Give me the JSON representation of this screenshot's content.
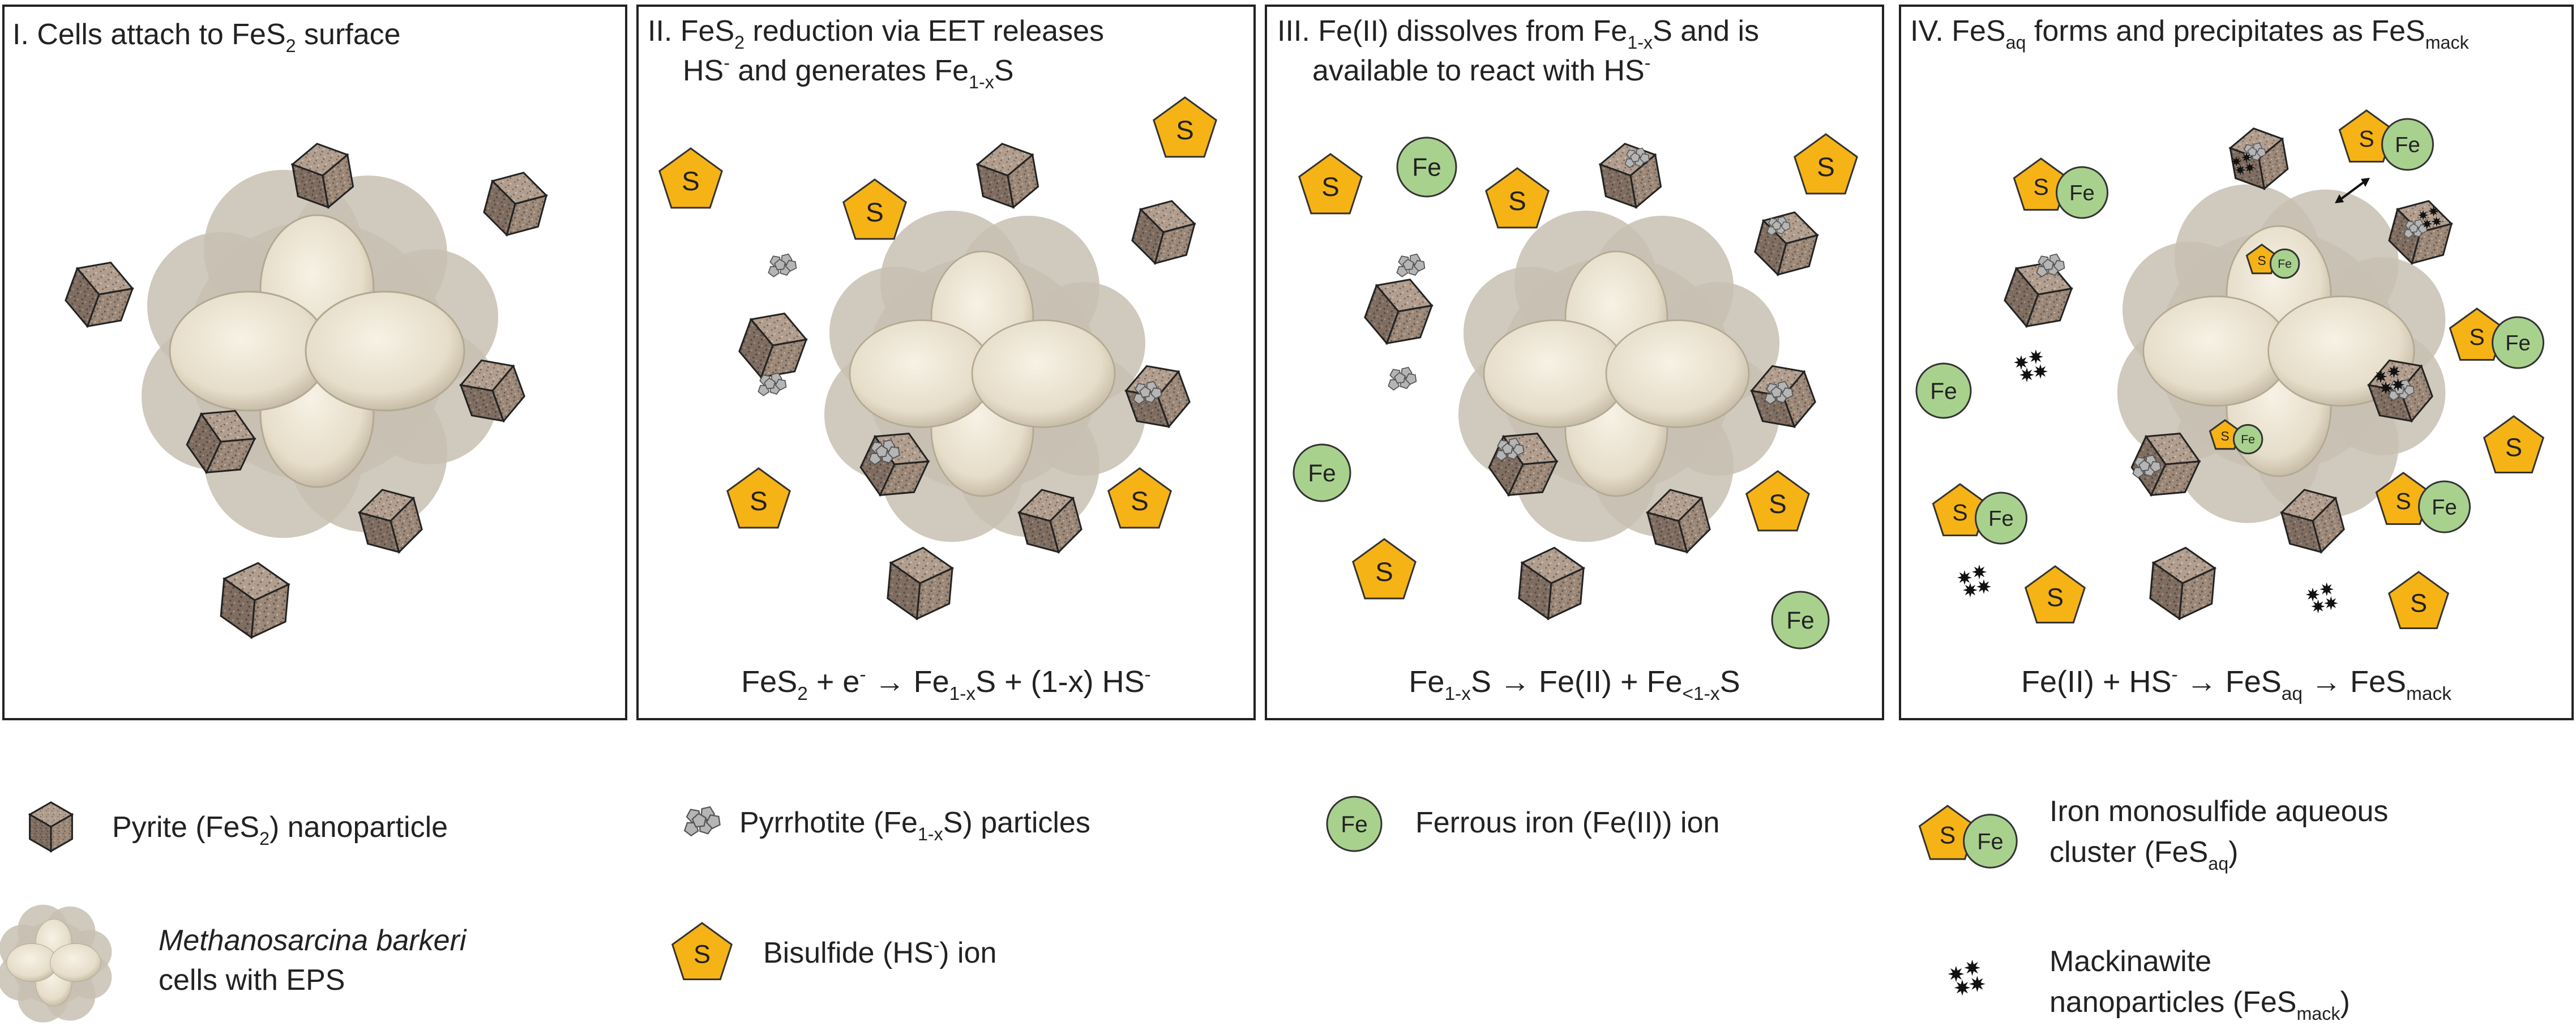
{
  "colors": {
    "pyrite_top": "#a08a7a",
    "pyrite_left": "#7d6b5f",
    "pyrite_right": "#8e7a6c",
    "pyrrhotite": "#b5b5b5",
    "bisulfide": "#f6b315",
    "ferrous": "#a9d18e",
    "eps": "#c8bfb1",
    "cell": "#ece5d5",
    "mackinawite": "#111111"
  },
  "icons": {
    "pyrite": "pyrite-cube-icon",
    "pyrrhotite": "pyrrhotite-cluster-icon",
    "ferrous": "ferrous-circle-icon",
    "bisulfide": "bisulfide-pentagon-icon",
    "fes_aq": "fes-aq-cluster-icon",
    "mackinawite": "mackinawite-star-icon",
    "cells": "methanosarcina-cells-icon"
  },
  "symbol_labels": {
    "sulfur": "S",
    "iron": "Fe"
  },
  "panels": [
    {
      "title_lines": [
        [
          {
            "t": "I. Cells attach to FeS"
          },
          {
            "t": "2",
            "sub": true
          },
          {
            "t": " surface"
          }
        ]
      ],
      "equation": []
    },
    {
      "title_lines": [
        [
          {
            "t": "II. FeS"
          },
          {
            "t": "2",
            "sub": true
          },
          {
            "t": " reduction via EET releases"
          }
        ],
        [
          {
            "t": "HS"
          },
          {
            "t": "-",
            "sup": true
          },
          {
            "t": " and generates Fe"
          },
          {
            "t": "1-x",
            "sub": true
          },
          {
            "t": "S"
          }
        ]
      ],
      "equation": [
        {
          "t": "FeS"
        },
        {
          "t": "2",
          "sub": true
        },
        {
          "t": " + e"
        },
        {
          "t": "-",
          "sup": true
        },
        {
          "t": "  →  Fe"
        },
        {
          "t": "1-x",
          "sub": true
        },
        {
          "t": "S + (1-x) HS"
        },
        {
          "t": "-",
          "sup": true
        }
      ]
    },
    {
      "title_lines": [
        [
          {
            "t": "III. Fe(II) dissolves from Fe"
          },
          {
            "t": "1-x",
            "sub": true
          },
          {
            "t": "S and is"
          }
        ],
        [
          {
            "t": "available to react with HS"
          },
          {
            "t": "-",
            "sup": true
          }
        ]
      ],
      "equation": [
        {
          "t": "Fe"
        },
        {
          "t": "1-x",
          "sub": true
        },
        {
          "t": "S  →  Fe(II) + Fe"
        },
        {
          "t": "<1-x",
          "sub": true
        },
        {
          "t": "S"
        }
      ]
    },
    {
      "title_lines": [
        [
          {
            "t": "IV. FeS"
          },
          {
            "t": "aq",
            "sub": true
          },
          {
            "t": " forms and precipitates as FeS"
          },
          {
            "t": "mack",
            "sub": true
          }
        ]
      ],
      "equation": [
        {
          "t": "Fe(II) + HS"
        },
        {
          "t": "-",
          "sup": true
        },
        {
          "t": "  →  FeS"
        },
        {
          "t": "aq",
          "sub": true
        },
        {
          "t": "  →  FeS"
        },
        {
          "t": "mack",
          "sub": true
        }
      ]
    }
  ],
  "legend": {
    "pyrite": [
      [
        {
          "t": "Pyrite (FeS"
        },
        {
          "t": "2",
          "sub": true
        },
        {
          "t": ") nanoparticle"
        }
      ]
    ],
    "cells": [
      [
        {
          "t": "Methanosarcina barkeri",
          "italic": true
        }
      ],
      [
        {
          "t": "cells with EPS"
        }
      ]
    ],
    "pyrrhotite": [
      [
        {
          "t": "Pyrrhotite (Fe"
        },
        {
          "t": "1-x",
          "sub": true
        },
        {
          "t": "S) particles"
        }
      ]
    ],
    "bisulfide": [
      [
        {
          "t": "Bisulfide (HS"
        },
        {
          "t": "-",
          "sup": true
        },
        {
          "t": ") ion"
        }
      ]
    ],
    "ferrous": [
      [
        {
          "t": "Ferrous iron (Fe(II)) ion"
        }
      ]
    ],
    "fes_aq": [
      [
        {
          "t": "Iron monosulfide aqueous"
        }
      ],
      [
        {
          "t": "cluster (FeS"
        },
        {
          "t": "aq",
          "sub": true
        },
        {
          "t": ")"
        }
      ]
    ],
    "mackinawite": [
      [
        {
          "t": "Mackinawite"
        }
      ],
      [
        {
          "t": "nanoparticles (FeS"
        },
        {
          "t": "mack",
          "sub": true
        },
        {
          "t": ")"
        }
      ]
    ]
  }
}
